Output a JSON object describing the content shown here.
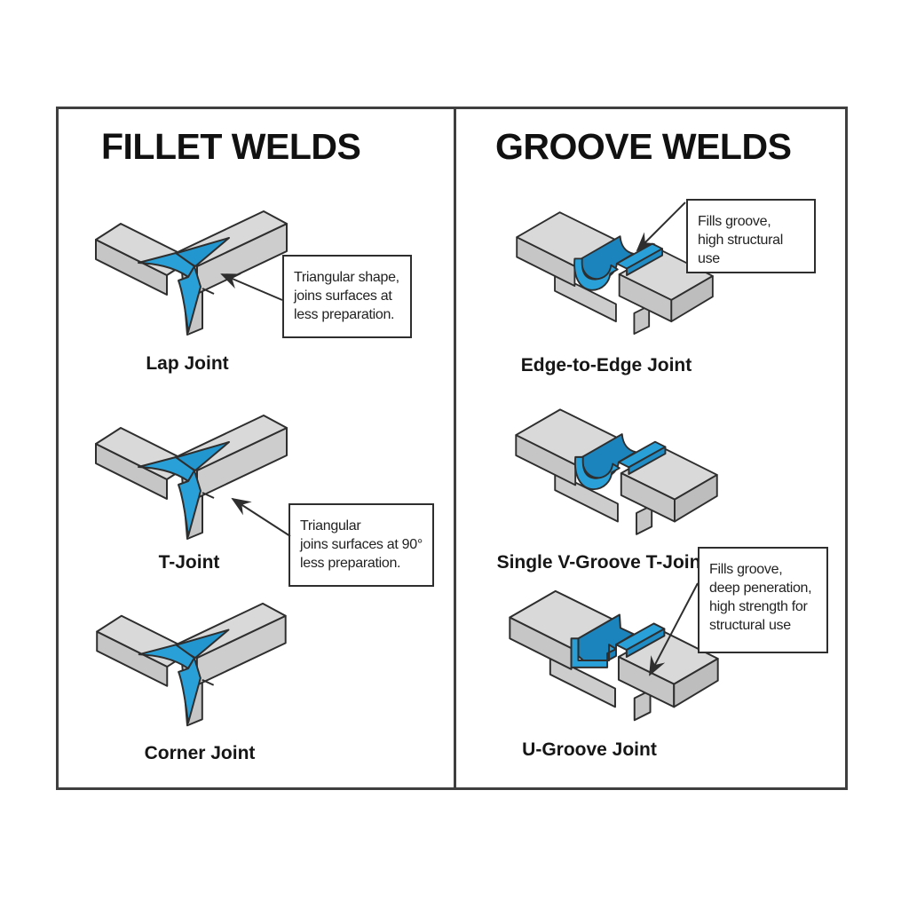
{
  "diagram": {
    "left_panel": {
      "title": "FILLET WELDS",
      "items": [
        {
          "label": "Lap Joint",
          "callout": "Triangular shape,\njoins surfaces at\nless preparation."
        },
        {
          "label": "T-Joint",
          "callout": "Triangular\njoins surfaces at 90°\nless preparation."
        },
        {
          "label": "Corner Joint",
          "callout": ""
        }
      ]
    },
    "right_panel": {
      "title": "GROOVE WELDS",
      "items": [
        {
          "label": "Edge-to-Edge Joint",
          "callout": "Fills groove,\nhigh structural\nuse"
        },
        {
          "label": "Single V-Groove T-Joint",
          "callout": ""
        },
        {
          "label": "U-Groove Joint",
          "callout": "Fills groove,\ndeep peneration,\nhigh strength for\nstructural use"
        }
      ]
    },
    "colors": {
      "weld_blue": "#2aa0d8",
      "weld_blue_dark": "#1b84bd",
      "plate_gray_top": "#d9d9d9",
      "plate_gray_front": "#c6c6c6",
      "outline": "#2e2e2e",
      "frame_border": "#3f3f3f"
    }
  }
}
